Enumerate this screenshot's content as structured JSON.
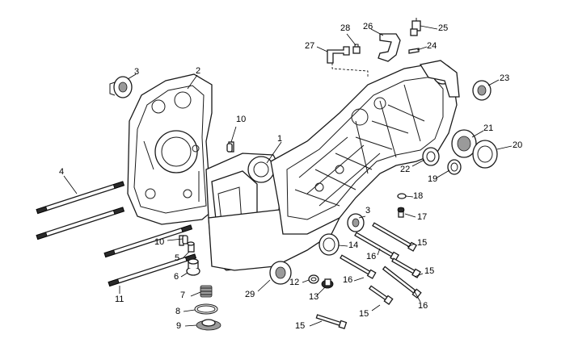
{
  "callouts": [
    {
      "id": "c1",
      "text": "1"
    },
    {
      "id": "c2",
      "text": "2"
    },
    {
      "id": "c3a",
      "text": "3"
    },
    {
      "id": "c3b",
      "text": "3"
    },
    {
      "id": "c4",
      "text": "4"
    },
    {
      "id": "c5",
      "text": "5"
    },
    {
      "id": "c6",
      "text": "6"
    },
    {
      "id": "c7",
      "text": "7"
    },
    {
      "id": "c8",
      "text": "8"
    },
    {
      "id": "c9",
      "text": "9"
    },
    {
      "id": "c10a",
      "text": "10"
    },
    {
      "id": "c10b",
      "text": "10"
    },
    {
      "id": "c11",
      "text": "11"
    },
    {
      "id": "c12",
      "text": "12"
    },
    {
      "id": "c13",
      "text": "13"
    },
    {
      "id": "c14",
      "text": "14"
    },
    {
      "id": "c15a",
      "text": "15"
    },
    {
      "id": "c15b",
      "text": "15"
    },
    {
      "id": "c15c",
      "text": "15"
    },
    {
      "id": "c15d",
      "text": "15"
    },
    {
      "id": "c16a",
      "text": "16"
    },
    {
      "id": "c16b",
      "text": "16"
    },
    {
      "id": "c16c",
      "text": "16"
    },
    {
      "id": "c17",
      "text": "17"
    },
    {
      "id": "c18",
      "text": "18"
    },
    {
      "id": "c19",
      "text": "19"
    },
    {
      "id": "c20",
      "text": "20"
    },
    {
      "id": "c21",
      "text": "21"
    },
    {
      "id": "c22",
      "text": "22"
    },
    {
      "id": "c23",
      "text": "23"
    },
    {
      "id": "c24",
      "text": "24"
    },
    {
      "id": "c25",
      "text": "25"
    },
    {
      "id": "c26",
      "text": "26"
    },
    {
      "id": "c27",
      "text": "27"
    },
    {
      "id": "c28",
      "text": "28"
    },
    {
      "id": "c29",
      "text": "29"
    }
  ]
}
